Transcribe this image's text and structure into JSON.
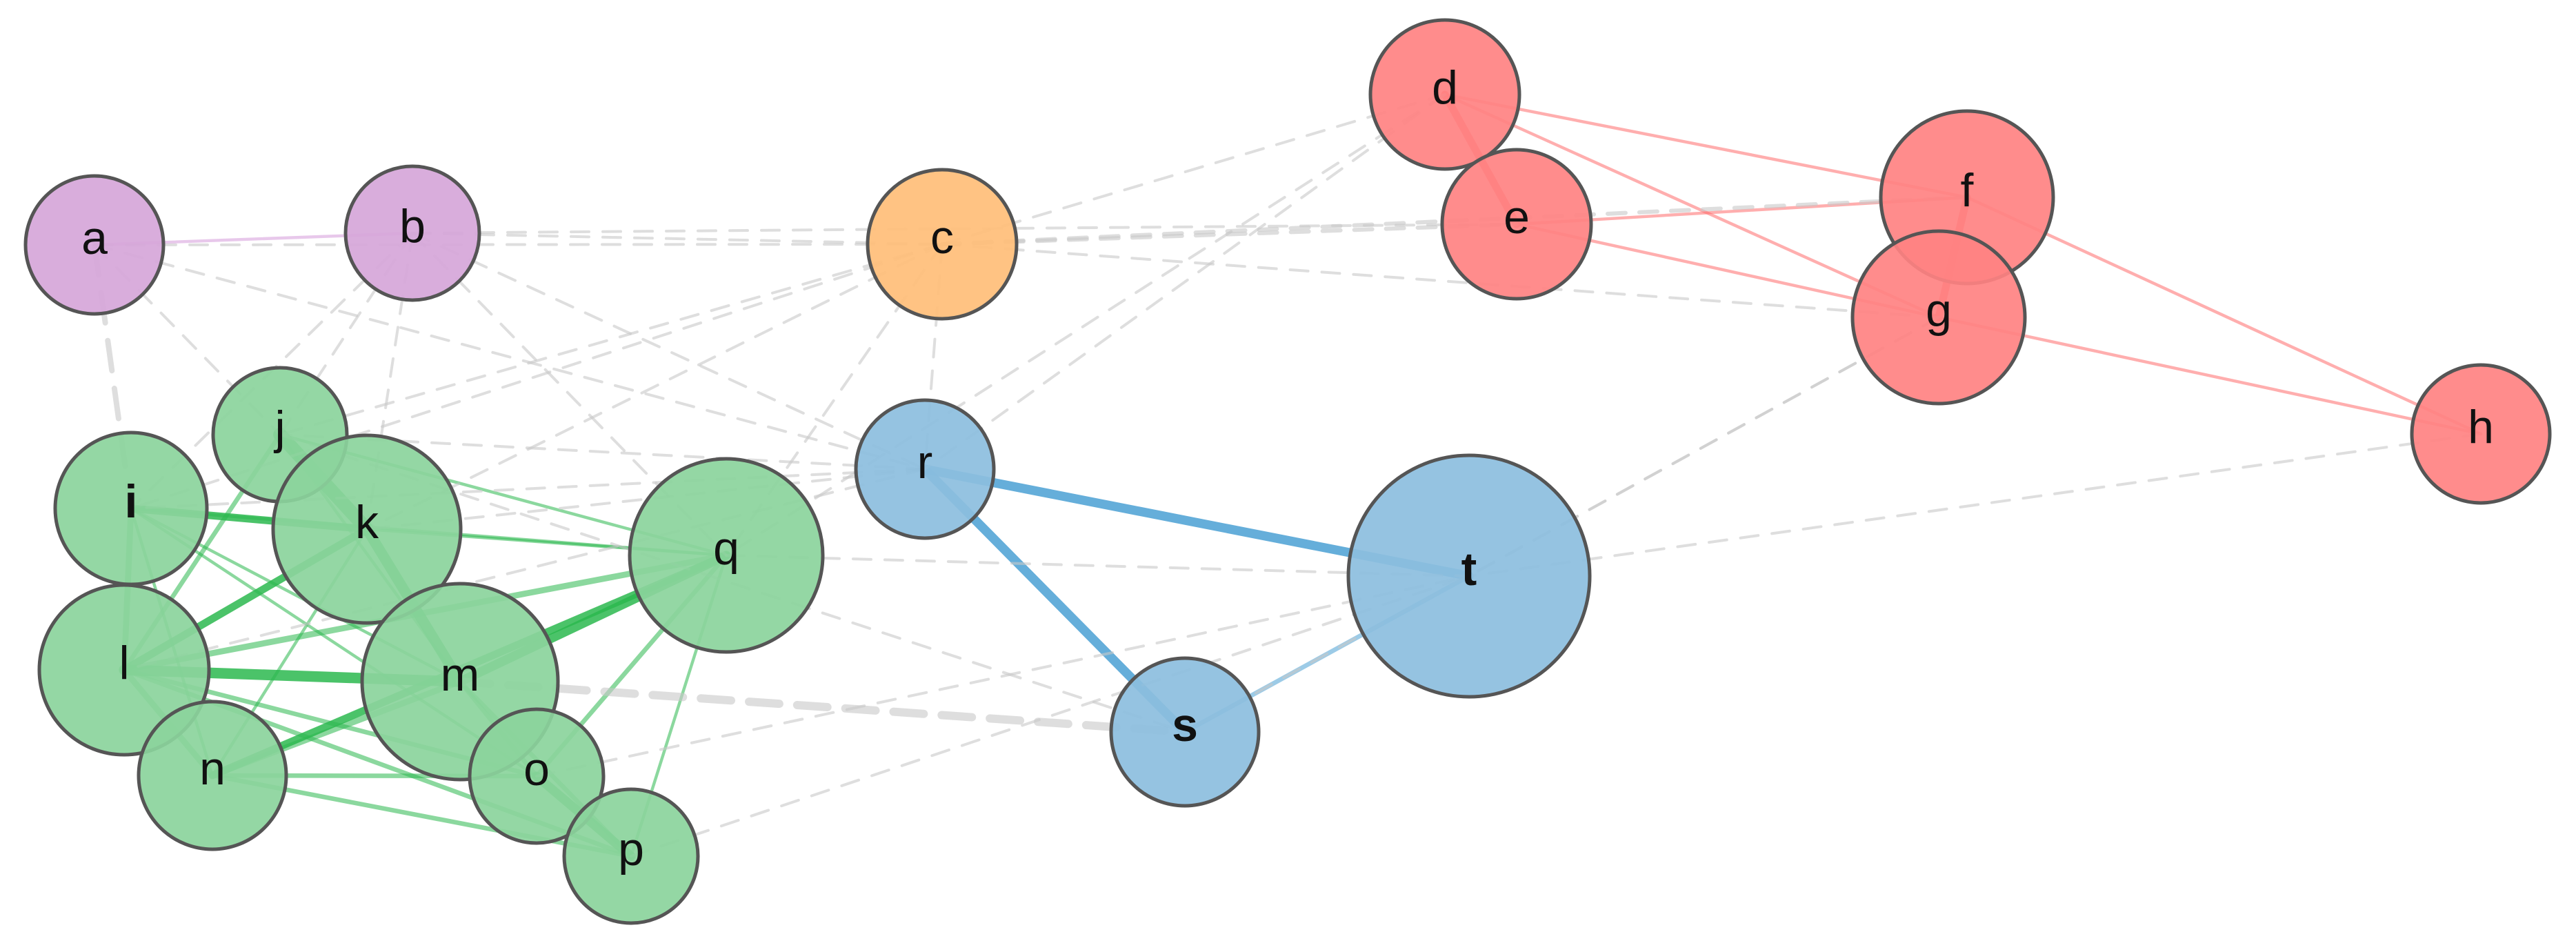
{
  "graph": {
    "colors": {
      "purple": "#d6a6d9",
      "orange": "#ffbe78",
      "red": "#ff8282",
      "blue": "#8cbede",
      "green": "#8bd49c",
      "purple_edge": "#d69adb",
      "red_edge": "#ff6b6b",
      "blue_edge": "#4aa0d4",
      "green_edge": "#2cb84f",
      "gray_edge": "#c8c8c8"
    },
    "nodes": [
      {
        "id": "a",
        "label": "a",
        "color": "purple",
        "bold": false
      },
      {
        "id": "b",
        "label": "b",
        "color": "purple",
        "bold": false
      },
      {
        "id": "c",
        "label": "c",
        "color": "orange",
        "bold": false
      },
      {
        "id": "d",
        "label": "d",
        "color": "red",
        "bold": false
      },
      {
        "id": "e",
        "label": "e",
        "color": "red",
        "bold": false
      },
      {
        "id": "f",
        "label": "f",
        "color": "red",
        "bold": false
      },
      {
        "id": "g",
        "label": "g",
        "color": "red",
        "bold": false
      },
      {
        "id": "h",
        "label": "h",
        "color": "red",
        "bold": false
      },
      {
        "id": "i",
        "label": "i",
        "color": "green",
        "bold": true
      },
      {
        "id": "j",
        "label": "j",
        "color": "green",
        "bold": false
      },
      {
        "id": "k",
        "label": "k",
        "color": "green",
        "bold": false
      },
      {
        "id": "l",
        "label": "l",
        "color": "green",
        "bold": false
      },
      {
        "id": "m",
        "label": "m",
        "color": "green",
        "bold": false
      },
      {
        "id": "n",
        "label": "n",
        "color": "green",
        "bold": false
      },
      {
        "id": "o",
        "label": "o",
        "color": "green",
        "bold": false
      },
      {
        "id": "p",
        "label": "p",
        "color": "green",
        "bold": false
      },
      {
        "id": "q",
        "label": "q",
        "color": "green",
        "bold": false
      },
      {
        "id": "r",
        "label": "r",
        "color": "blue",
        "bold": false
      },
      {
        "id": "s",
        "label": "s",
        "color": "blue",
        "bold": true
      },
      {
        "id": "t",
        "label": "t",
        "color": "blue",
        "bold": true
      }
    ],
    "edges": [
      {
        "from": "a",
        "to": "b",
        "style": "solid",
        "color": "purple_edge",
        "weight": 2
      },
      {
        "from": "d",
        "to": "e",
        "style": "solid",
        "color": "red_edge",
        "weight": 5
      },
      {
        "from": "f",
        "to": "g",
        "style": "solid",
        "color": "red_edge",
        "weight": 5
      },
      {
        "from": "d",
        "to": "f",
        "style": "solid",
        "color": "red_edge",
        "weight": 2
      },
      {
        "from": "d",
        "to": "g",
        "style": "solid",
        "color": "red_edge",
        "weight": 2
      },
      {
        "from": "e",
        "to": "f",
        "style": "solid",
        "color": "red_edge",
        "weight": 2
      },
      {
        "from": "e",
        "to": "g",
        "style": "solid",
        "color": "red_edge",
        "weight": 2
      },
      {
        "from": "f",
        "to": "h",
        "style": "solid",
        "color": "red_edge",
        "weight": 2
      },
      {
        "from": "g",
        "to": "h",
        "style": "solid",
        "color": "red_edge",
        "weight": 2
      },
      {
        "from": "r",
        "to": "t",
        "style": "solid",
        "color": "blue_edge",
        "weight": 6
      },
      {
        "from": "r",
        "to": "s",
        "style": "solid",
        "color": "blue_edge",
        "weight": 6
      },
      {
        "from": "s",
        "to": "t",
        "style": "solid",
        "color": "blue_edge",
        "weight": 3
      },
      {
        "from": "j",
        "to": "k",
        "style": "solid",
        "color": "green_edge",
        "weight": 9
      },
      {
        "from": "k",
        "to": "m",
        "style": "solid",
        "color": "green_edge",
        "weight": 7
      },
      {
        "from": "i",
        "to": "k",
        "style": "solid",
        "color": "green_edge",
        "weight": 5
      },
      {
        "from": "i",
        "to": "l",
        "style": "solid",
        "color": "green_edge",
        "weight": 4
      },
      {
        "from": "l",
        "to": "m",
        "style": "solid",
        "color": "green_edge",
        "weight": 7
      },
      {
        "from": "l",
        "to": "k",
        "style": "solid",
        "color": "green_edge",
        "weight": 5
      },
      {
        "from": "l",
        "to": "q",
        "style": "solid",
        "color": "green_edge",
        "weight": 4
      },
      {
        "from": "l",
        "to": "j",
        "style": "solid",
        "color": "green_edge",
        "weight": 3
      },
      {
        "from": "l",
        "to": "n",
        "style": "solid",
        "color": "green_edge",
        "weight": 4
      },
      {
        "from": "l",
        "to": "o",
        "style": "solid",
        "color": "green_edge",
        "weight": 3
      },
      {
        "from": "l",
        "to": "p",
        "style": "solid",
        "color": "green_edge",
        "weight": 3
      },
      {
        "from": "m",
        "to": "q",
        "style": "solid",
        "color": "green_edge",
        "weight": 6
      },
      {
        "from": "n",
        "to": "q",
        "style": "solid",
        "color": "green_edge",
        "weight": 5
      },
      {
        "from": "n",
        "to": "m",
        "style": "solid",
        "color": "green_edge",
        "weight": 4
      },
      {
        "from": "n",
        "to": "o",
        "style": "solid",
        "color": "green_edge",
        "weight": 3
      },
      {
        "from": "n",
        "to": "p",
        "style": "solid",
        "color": "green_edge",
        "weight": 3
      },
      {
        "from": "m",
        "to": "o",
        "style": "solid",
        "color": "green_edge",
        "weight": 3
      },
      {
        "from": "m",
        "to": "p",
        "style": "solid",
        "color": "green_edge",
        "weight": 3
      },
      {
        "from": "o",
        "to": "p",
        "style": "solid",
        "color": "green_edge",
        "weight": 6
      },
      {
        "from": "o",
        "to": "q",
        "style": "solid",
        "color": "green_edge",
        "weight": 3
      },
      {
        "from": "p",
        "to": "q",
        "style": "solid",
        "color": "green_edge",
        "weight": 2
      },
      {
        "from": "i",
        "to": "q",
        "style": "solid",
        "color": "green_edge",
        "weight": 2
      },
      {
        "from": "j",
        "to": "q",
        "style": "solid",
        "color": "green_edge",
        "weight": 2
      },
      {
        "from": "i",
        "to": "m",
        "style": "solid",
        "color": "green_edge",
        "weight": 2
      },
      {
        "from": "i",
        "to": "n",
        "style": "solid",
        "color": "green_edge",
        "weight": 2
      },
      {
        "from": "i",
        "to": "o",
        "style": "solid",
        "color": "green_edge",
        "weight": 2
      },
      {
        "from": "j",
        "to": "m",
        "style": "solid",
        "color": "green_edge",
        "weight": 2
      },
      {
        "from": "k",
        "to": "q",
        "style": "solid",
        "color": "green_edge",
        "weight": 2
      },
      {
        "from": "k",
        "to": "n",
        "style": "solid",
        "color": "green_edge",
        "weight": 2
      },
      {
        "from": "a",
        "to": "i",
        "style": "dashed",
        "color": "gray_edge",
        "weight": 4
      },
      {
        "from": "m",
        "to": "s",
        "style": "dashed",
        "color": "gray_edge",
        "weight": 6
      },
      {
        "from": "a",
        "to": "j",
        "style": "dashed",
        "color": "gray_edge",
        "weight": 2
      },
      {
        "from": "a",
        "to": "r",
        "style": "dashed",
        "color": "gray_edge",
        "weight": 2
      },
      {
        "from": "a",
        "to": "c",
        "style": "dashed",
        "color": "gray_edge",
        "weight": 2
      },
      {
        "from": "b",
        "to": "c",
        "style": "dashed",
        "color": "gray_edge",
        "weight": 2
      },
      {
        "from": "b",
        "to": "r",
        "style": "dashed",
        "color": "gray_edge",
        "weight": 2
      },
      {
        "from": "b",
        "to": "q",
        "style": "dashed",
        "color": "gray_edge",
        "weight": 2
      },
      {
        "from": "b",
        "to": "j",
        "style": "dashed",
        "color": "gray_edge",
        "weight": 2
      },
      {
        "from": "b",
        "to": "i",
        "style": "dashed",
        "color": "gray_edge",
        "weight": 2
      },
      {
        "from": "b",
        "to": "k",
        "style": "dashed",
        "color": "gray_edge",
        "weight": 2
      },
      {
        "from": "b",
        "to": "e",
        "style": "dashed",
        "color": "gray_edge",
        "weight": 2
      },
      {
        "from": "c",
        "to": "d",
        "style": "dashed",
        "color": "gray_edge",
        "weight": 2
      },
      {
        "from": "c",
        "to": "e",
        "style": "dashed",
        "color": "gray_edge",
        "weight": 3
      },
      {
        "from": "c",
        "to": "f",
        "style": "dashed",
        "color": "gray_edge",
        "weight": 3
      },
      {
        "from": "c",
        "to": "g",
        "style": "dashed",
        "color": "gray_edge",
        "weight": 2
      },
      {
        "from": "c",
        "to": "r",
        "style": "dashed",
        "color": "gray_edge",
        "weight": 2
      },
      {
        "from": "c",
        "to": "i",
        "style": "dashed",
        "color": "gray_edge",
        "weight": 2
      },
      {
        "from": "c",
        "to": "j",
        "style": "dashed",
        "color": "gray_edge",
        "weight": 2
      },
      {
        "from": "c",
        "to": "k",
        "style": "dashed",
        "color": "gray_edge",
        "weight": 2
      },
      {
        "from": "c",
        "to": "q",
        "style": "dashed",
        "color": "gray_edge",
        "weight": 2
      },
      {
        "from": "d",
        "to": "r",
        "style": "dashed",
        "color": "gray_edge",
        "weight": 2
      },
      {
        "from": "d",
        "to": "q",
        "style": "dashed",
        "color": "gray_edge",
        "weight": 2
      },
      {
        "from": "g",
        "to": "t",
        "style": "dashed",
        "color": "gray_edge",
        "weight": 2
      },
      {
        "from": "g",
        "to": "s",
        "style": "dashed",
        "color": "gray_edge",
        "weight": 2
      },
      {
        "from": "h",
        "to": "t",
        "style": "dashed",
        "color": "gray_edge",
        "weight": 2
      },
      {
        "from": "r",
        "to": "i",
        "style": "dashed",
        "color": "gray_edge",
        "weight": 2
      },
      {
        "from": "r",
        "to": "j",
        "style": "dashed",
        "color": "gray_edge",
        "weight": 2
      },
      {
        "from": "r",
        "to": "k",
        "style": "dashed",
        "color": "gray_edge",
        "weight": 2
      },
      {
        "from": "r",
        "to": "l",
        "style": "dashed",
        "color": "gray_edge",
        "weight": 2
      },
      {
        "from": "q",
        "to": "t",
        "style": "dashed",
        "color": "gray_edge",
        "weight": 2
      },
      {
        "from": "p",
        "to": "t",
        "style": "dashed",
        "color": "gray_edge",
        "weight": 2
      },
      {
        "from": "o",
        "to": "t",
        "style": "dashed",
        "color": "gray_edge",
        "weight": 2
      },
      {
        "from": "j",
        "to": "s",
        "style": "dashed",
        "color": "gray_edge",
        "weight": 2
      }
    ]
  }
}
